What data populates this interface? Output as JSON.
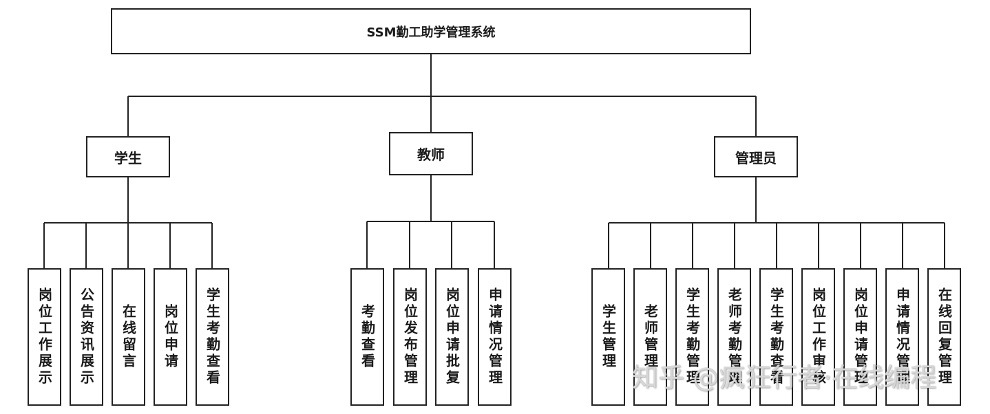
{
  "root": {
    "label": "SSM勤工助学管理系统"
  },
  "roles": [
    {
      "label": "学生",
      "children": [
        "岗位工作展示",
        "公告资讯展示",
        "在线留言",
        "岗位申请",
        "学生考勤查看"
      ]
    },
    {
      "label": "教师",
      "children": [
        "考勤查看",
        "岗位发布管理",
        "岗位申请批复",
        "申请情况管理"
      ]
    },
    {
      "label": "管理员",
      "children": [
        "学生管理",
        "老师管理",
        "学生考勤管理",
        "老师考勤管理",
        "学生考勤查看",
        "岗位工作审核",
        "岗位申请管理",
        "申请情况管理",
        "在线回复管理"
      ]
    }
  ],
  "watermark": "知乎 @疯狂行者·在线编程",
  "colors": {
    "line": "#222222",
    "text": "#1a1a1a",
    "background": "#ffffff"
  }
}
